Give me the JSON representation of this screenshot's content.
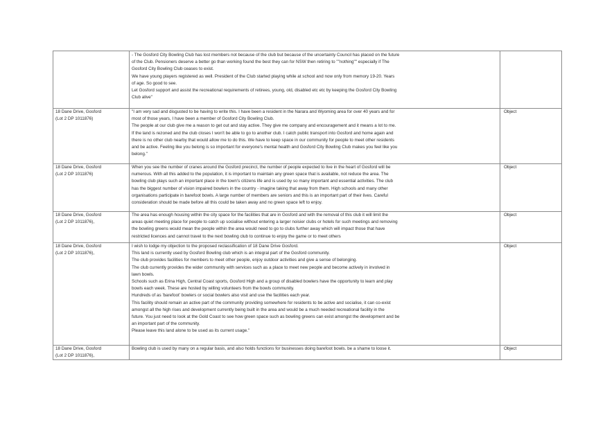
{
  "table": {
    "rows": [
      {
        "address": [
          "",
          ""
        ],
        "comment": [
          "- The Gosford City Bowling Club has lost members not because of the club but because of the uncertainty Council has placed on the future",
          "of the Club.  Pensioners deserve a better go than working found the best they can for NSW then retiring to \"\"nothing\"\" especially if The",
          "Gosford City Bowling Club ceases to exist.",
          "We have young players registered as well. President of the Club started playing while at school and now only from memory 19-20. Years",
          "of age. So good to see.",
          "Let Gosford support and assist the recreational requirements of retirees, young, old, disabled etc etc by keeping the Gosford City Bowling",
          "Club alive\""
        ],
        "position": ""
      },
      {
        "address": [
          "18 Dane Drive, Gosford",
          "(Lot 2 DP 1011876)"
        ],
        "comment": [
          "\"I am very sad and disgusted to be having to write this. I have been a resident in the Narara and Wyoming area for over 40 years and for",
          "most of those years, I have been a member of Gosford City Bowling Club.",
          "The people at our club give me a reason to get out and stay active. They give me company and encouragement and it means a lot to me.",
          "If the land is rezoned and the club closes I won't be able to go to another club. I catch public transport into Gosford and home again and",
          "there is no other club nearby that would allow me to do this. We have to keep space in our community for people to meet other residents",
          "and be active. Feeling like you belong is so important for everyone's mental health and Gosford City Bowling Club makes you feel like you",
          "belong.\""
        ],
        "position": "Object"
      },
      {
        "address": [
          "18 Dane Drive, Gosford",
          "(Lot 2 DP 1011876)"
        ],
        "comment": [
          "When you see the number of cranes around the Gosford precinct, the number of people expected to live in the heart of Gosford will be",
          "numerous.  With all this added to the population, it is important to maintain any green space that is available, not reduce the area. The",
          "bowling club plays such an important place in the town's citizens life and is used by so many important and essential activities. The club",
          "has the biggest number of vision impaired bowlers in the country - imagine taking that away from them.  High schools and many other",
          "organisations participate in barefoot bowls.  A large number of members are seniors and this is an important part of their lives. Careful",
          "consideration should be made before all this could be taken away and no green space left to enjoy."
        ],
        "position": "Object"
      },
      {
        "address": [
          "18 Dane Drive, Gosford",
          "(Lot 2 DP 1011876),"
        ],
        "comment": [
          "The area has enough housing within the city space for the facilities that are in Gosford and with the removal of this club it will limit the",
          "areas quiet meeting place for people to catch up socialise without entering a larger noisier clubs or hotels for such meetings and removing",
          "the bowling greens would mean the people within the area would need to go to clubs further away which will impact those that have",
          "restricted licences and cannot travel to the next bowling club to continue to enjoy the game or to meet others"
        ],
        "position": "Object"
      },
      {
        "address": [
          "18 Dane Drive, Gosford",
          "(Lot 2 DP 1011876),"
        ],
        "comment": [
          "I wish to lodge my objection to the proposed reclassification of 18 Dane Drive Gosford.",
          "This land is currently used by Gosford Bowling club which is an integral part of the Gosford community.",
          "The club provides facilities for members to meet other people, enjoy outdoor activities and give a sense of belonging.",
          "The club currently provides the wider community with services such as a place to meet new people and become actively in involved in",
          "lawn bowls.",
          "Schools such as Erina High, Central Coast sports, Gosford High and a group of disabled bowlers have the opportunity to learn and play",
          "bowls each week. These are hosted by willing volunteers from the bowls community.",
          "Hundreds of as 'barefoot' bowlers or social bowlers also visit and use the facilities each year.",
          "This facility should remain an active part of the community providing somewhere for residents to be active and socialise, it can co-exist",
          "amongst all the high rises and development currently being built in the area and would be a much needed recreational facility in the",
          "future. You just need to look at the Gold Coast to see how green space such as bowling greens can exist amongst the development and be",
          "an important part of the community.",
          "Please leave this land alone to be used as its current usage.\""
        ],
        "position": "Object"
      },
      {
        "address": [
          "18 Dane Drive, Gosford",
          "(Lot 2 DP 1011876),"
        ],
        "comment": [
          "Bowling club is used by many on a regular basis, and also holds functions for businesses doing barefoot bowls. be a shame to loose it."
        ],
        "position": "Object"
      }
    ]
  }
}
